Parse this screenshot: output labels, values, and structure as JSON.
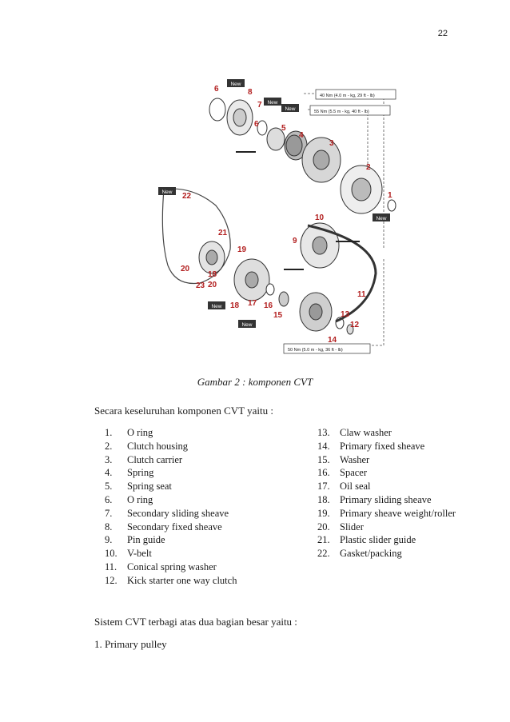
{
  "page_number": "22",
  "figure": {
    "part_labels": [
      "1",
      "2",
      "3",
      "4",
      "5",
      "6",
      "7",
      "8",
      "6",
      "10",
      "9",
      "11",
      "12",
      "13",
      "14",
      "15",
      "16",
      "17",
      "18",
      "19",
      "20",
      "21",
      "22",
      "23",
      "20",
      "18"
    ],
    "new_tags": [
      "New",
      "New",
      "New",
      "New",
      "New",
      "New",
      "New"
    ],
    "torque_specs": [
      "40 Nm (4.0 m - kg, 29 ft - lb)",
      "55 Nm (5.5 m - kg, 40 ft - lb)",
      "50 Nm (5.0 m - kg, 36 ft - lb)"
    ]
  },
  "caption": "Gambar 2 : komponen CVT",
  "intro": "Secara keseluruhan komponen CVT yaitu :",
  "components_left": [
    {
      "num": "1.",
      "text": "O ring"
    },
    {
      "num": "2.",
      "text": "Clutch housing"
    },
    {
      "num": "3.",
      "text": "Clutch carrier"
    },
    {
      "num": "4.",
      "text": "Spring"
    },
    {
      "num": "5.",
      "text": "Spring seat"
    },
    {
      "num": "6.",
      "text": "O ring"
    },
    {
      "num": "7.",
      "text": "Secondary sliding sheave"
    },
    {
      "num": "8.",
      "text": "Secondary fixed sheave"
    },
    {
      "num": "9.",
      "text": "Pin guide"
    },
    {
      "num": "10.",
      "text": "V-belt"
    },
    {
      "num": "11.",
      "text": "Conical spring washer"
    },
    {
      "num": "12.",
      "text": "Kick starter one way clutch"
    }
  ],
  "components_right": [
    {
      "num": "13.",
      "text": "Claw washer"
    },
    {
      "num": "14.",
      "text": "Primary fixed sheave"
    },
    {
      "num": "15.",
      "text": "Washer"
    },
    {
      "num": "16.",
      "text": "Spacer"
    },
    {
      "num": "17.",
      "text": "Oil seal"
    },
    {
      "num": "18.",
      "text": "Primary sliding sheave"
    },
    {
      "num": "19.",
      "text": "Primary sheave weight/roller"
    },
    {
      "num": "20.",
      "text": "Slider"
    },
    {
      "num": "21.",
      "text": "Plastic slider guide"
    },
    {
      "num": "22.",
      "text": "Gasket/packing"
    }
  ],
  "section_text": "Sistem CVT terbagi atas dua bagian besar yaitu :",
  "subsection_text": "1.  Primary pulley",
  "colors": {
    "label_red": "#b21e1e",
    "new_tag_bg": "#333333"
  }
}
